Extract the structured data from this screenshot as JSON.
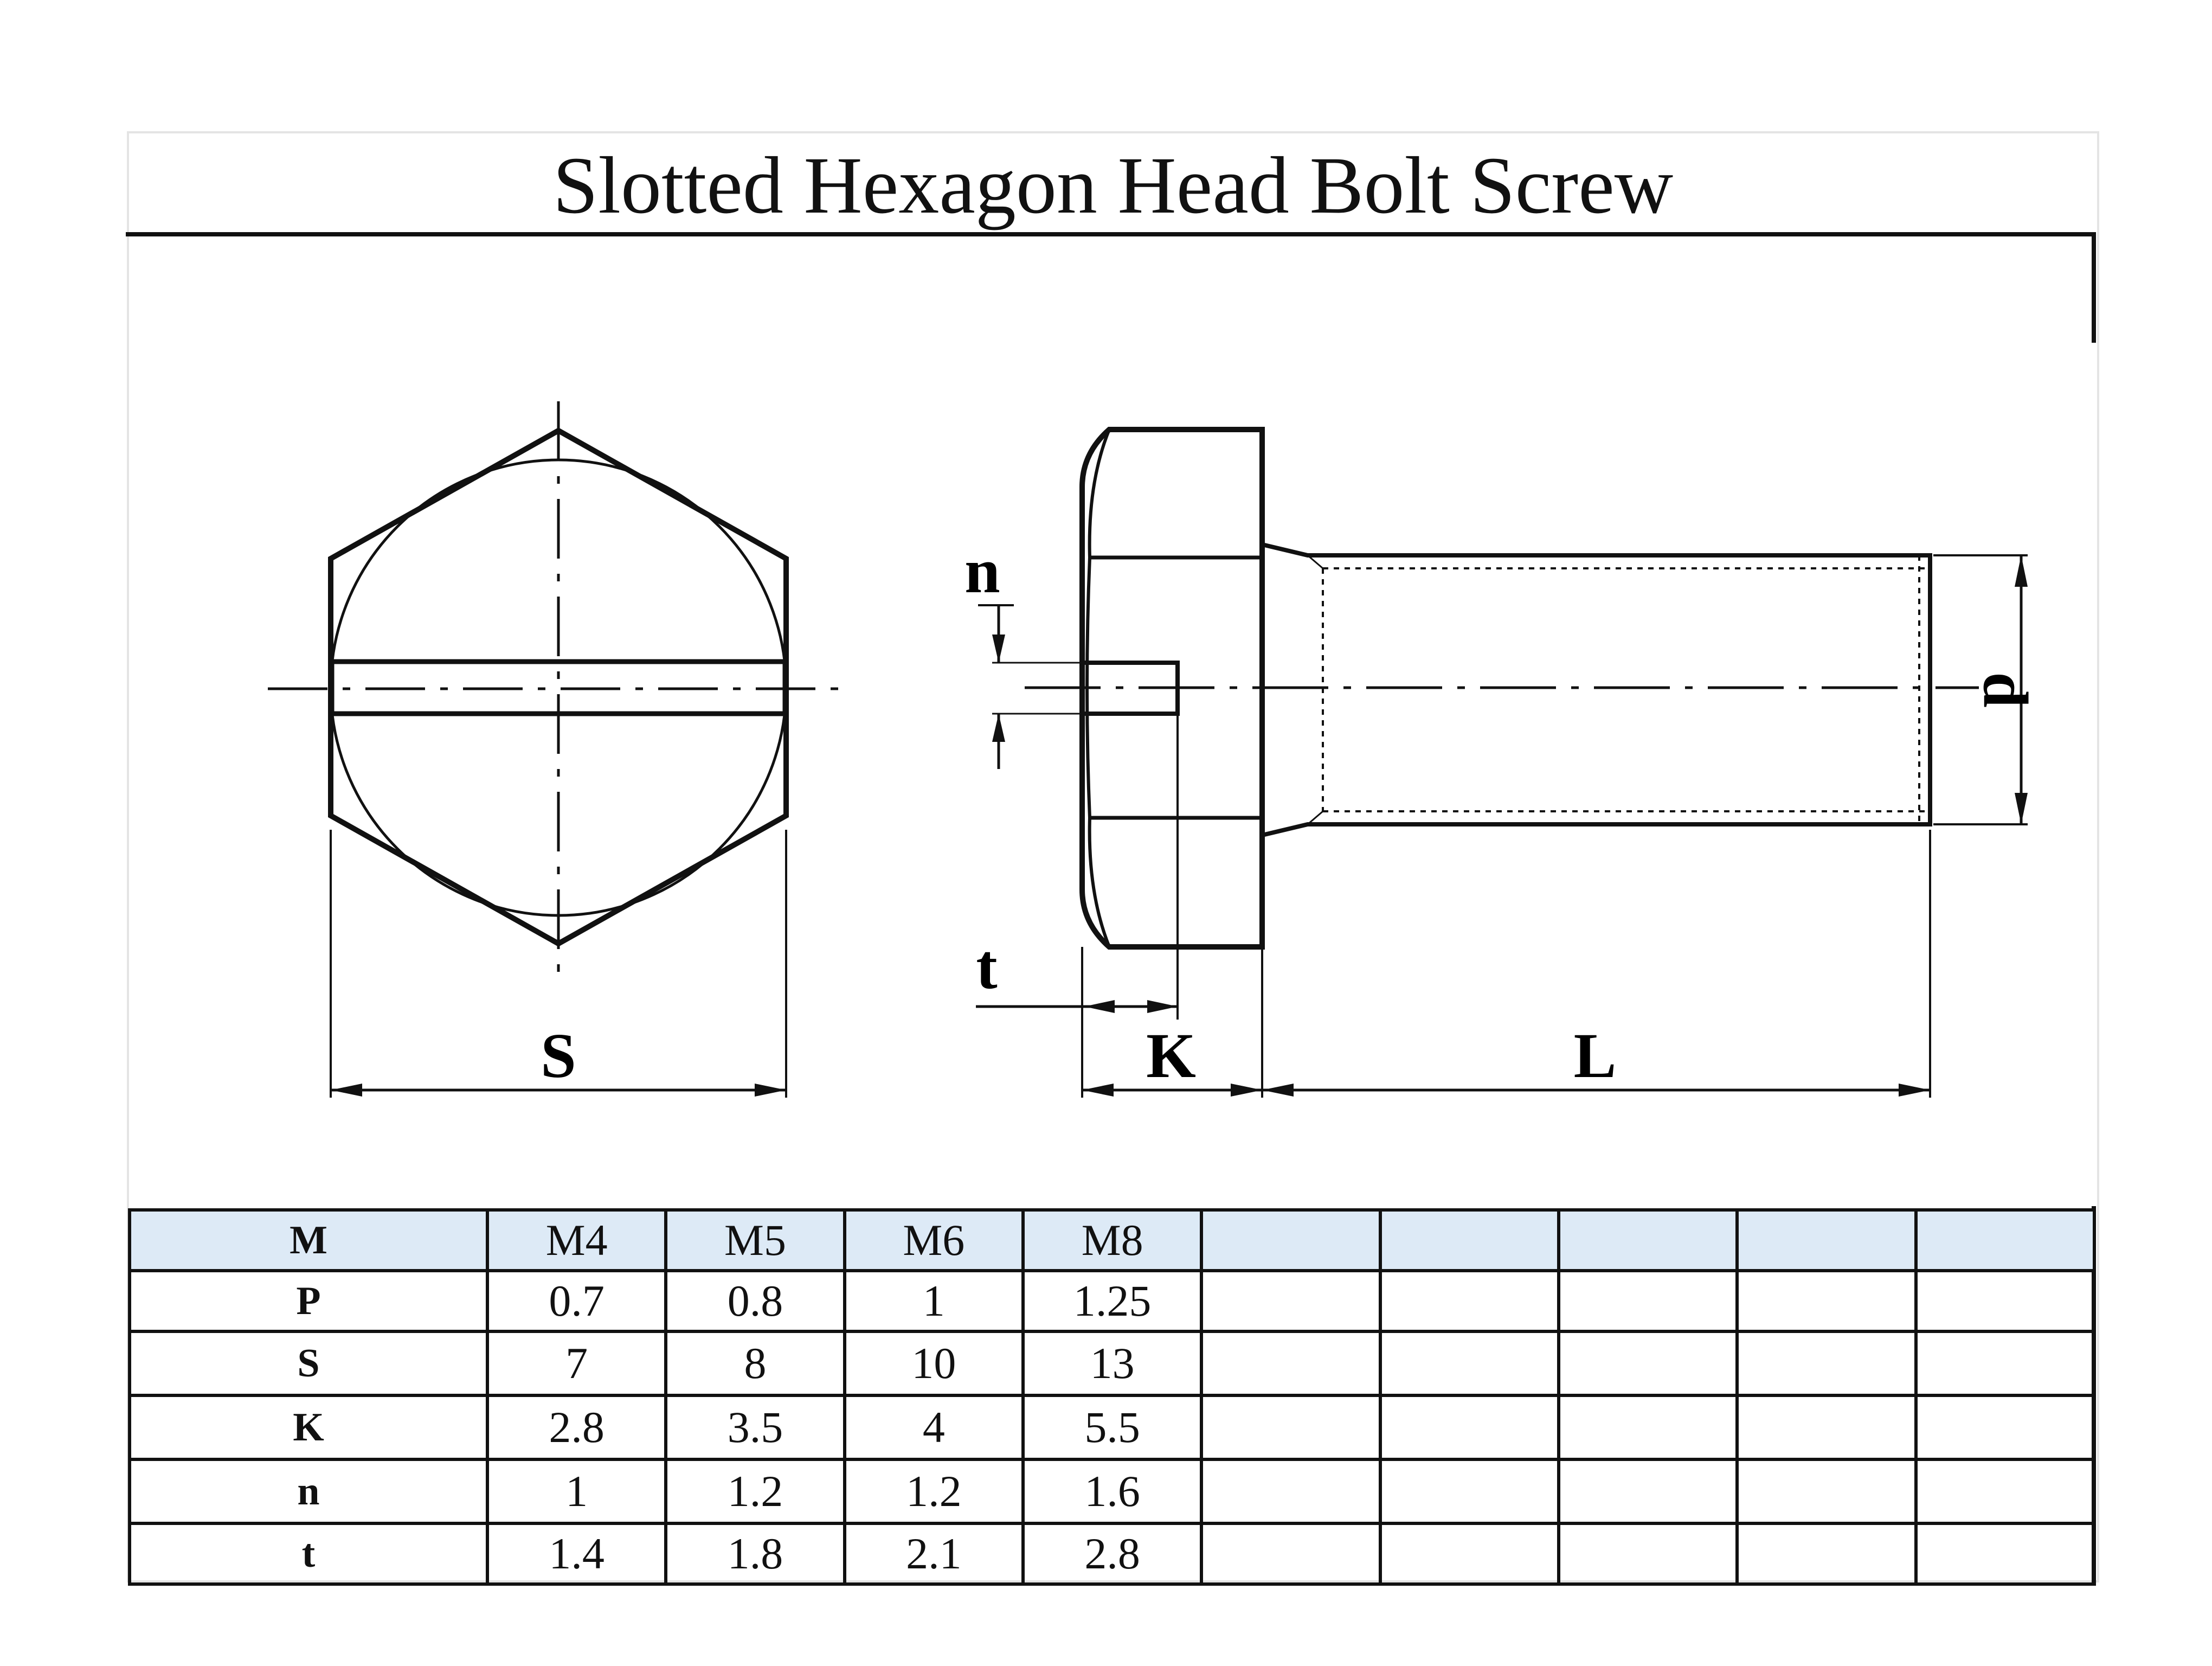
{
  "title": "Slotted Hexagon Head Bolt Screw",
  "labels": {
    "S": "S",
    "K": "K",
    "L": "L",
    "n": "n",
    "t": "t",
    "d": "d"
  },
  "table": {
    "rows": [
      {
        "label": "M",
        "values": [
          "M4",
          "M5",
          "M6",
          "M8",
          "",
          "",
          "",
          "",
          ""
        ]
      },
      {
        "label": "P",
        "values": [
          "0.7",
          "0.8",
          "1",
          "1.25",
          "",
          "",
          "",
          "",
          ""
        ]
      },
      {
        "label": "S",
        "values": [
          "7",
          "8",
          "10",
          "13",
          "",
          "",
          "",
          "",
          ""
        ]
      },
      {
        "label": "K",
        "values": [
          "2.8",
          "3.5",
          "4",
          "5.5",
          "",
          "",
          "",
          "",
          ""
        ]
      },
      {
        "label": "n",
        "values": [
          "1",
          "1.2",
          "1.2",
          "1.6",
          "",
          "",
          "",
          "",
          ""
        ]
      },
      {
        "label": "t",
        "values": [
          "1.4",
          "1.8",
          "2.1",
          "2.8",
          "",
          "",
          "",
          "",
          ""
        ]
      }
    ]
  }
}
